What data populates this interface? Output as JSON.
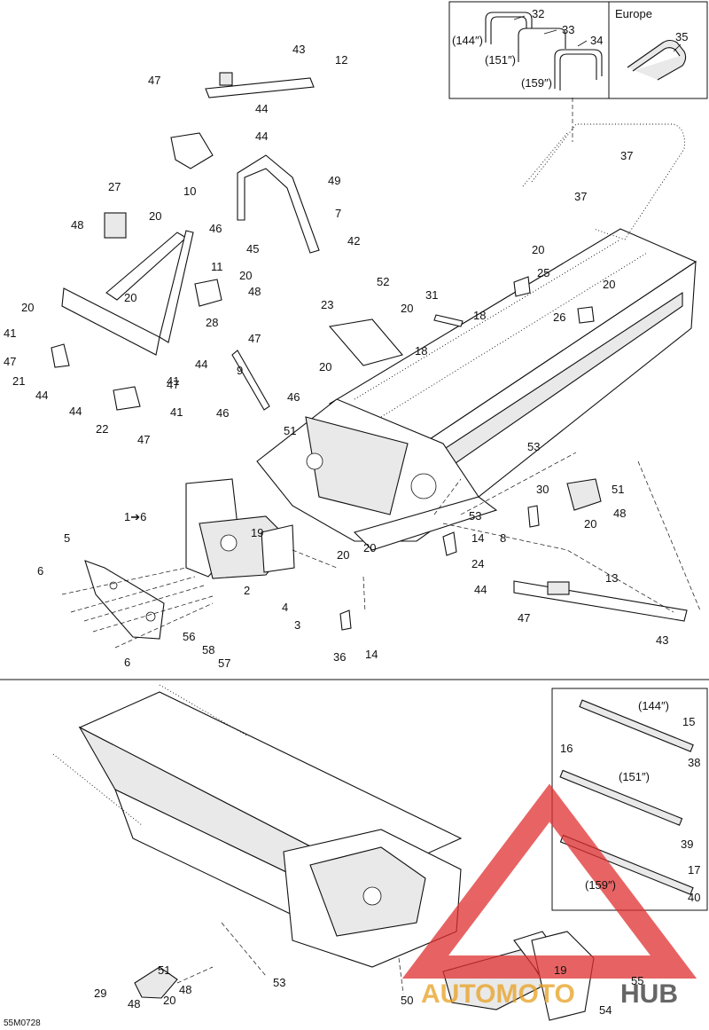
{
  "diagram_ref": "55M0728",
  "inset_top": {
    "europe_label": "Europe",
    "variants": [
      "(144″)",
      "(151″)",
      "(159″)"
    ],
    "parts": [
      "32",
      "33",
      "34",
      "35"
    ]
  },
  "inset_bottom": {
    "variants": [
      "(144″)",
      "(151″)",
      "(159″)"
    ],
    "parts": [
      "15",
      "16",
      "38",
      "39",
      "17",
      "40"
    ]
  },
  "upper_callouts": [
    "12",
    "43",
    "47",
    "44",
    "10",
    "44",
    "49",
    "7",
    "27",
    "20",
    "48",
    "46",
    "45",
    "42",
    "11",
    "20",
    "48",
    "20",
    "28",
    "20",
    "47",
    "41",
    "47",
    "21",
    "44",
    "9",
    "41",
    "44",
    "46",
    "46",
    "51",
    "47",
    "44",
    "22",
    "41",
    "47",
    "1➔6",
    "5",
    "6",
    "19",
    "2",
    "4",
    "3",
    "56",
    "58",
    "57",
    "6",
    "20",
    "36",
    "14",
    "37",
    "37",
    "20",
    "25",
    "20",
    "26",
    "23",
    "52",
    "31",
    "20",
    "18",
    "18",
    "20",
    "53",
    "30",
    "51",
    "48",
    "20",
    "53",
    "8",
    "20",
    "14",
    "24",
    "44",
    "13",
    "47",
    "43"
  ],
  "lower_callouts": [
    "51",
    "48",
    "29",
    "48",
    "20",
    "53",
    "50",
    "19",
    "55",
    "54"
  ],
  "watermark": {
    "text_left": "AUTOMOTO",
    "text_right": "HUB",
    "accent_color": "#e03030",
    "dark_color": "#333333"
  }
}
